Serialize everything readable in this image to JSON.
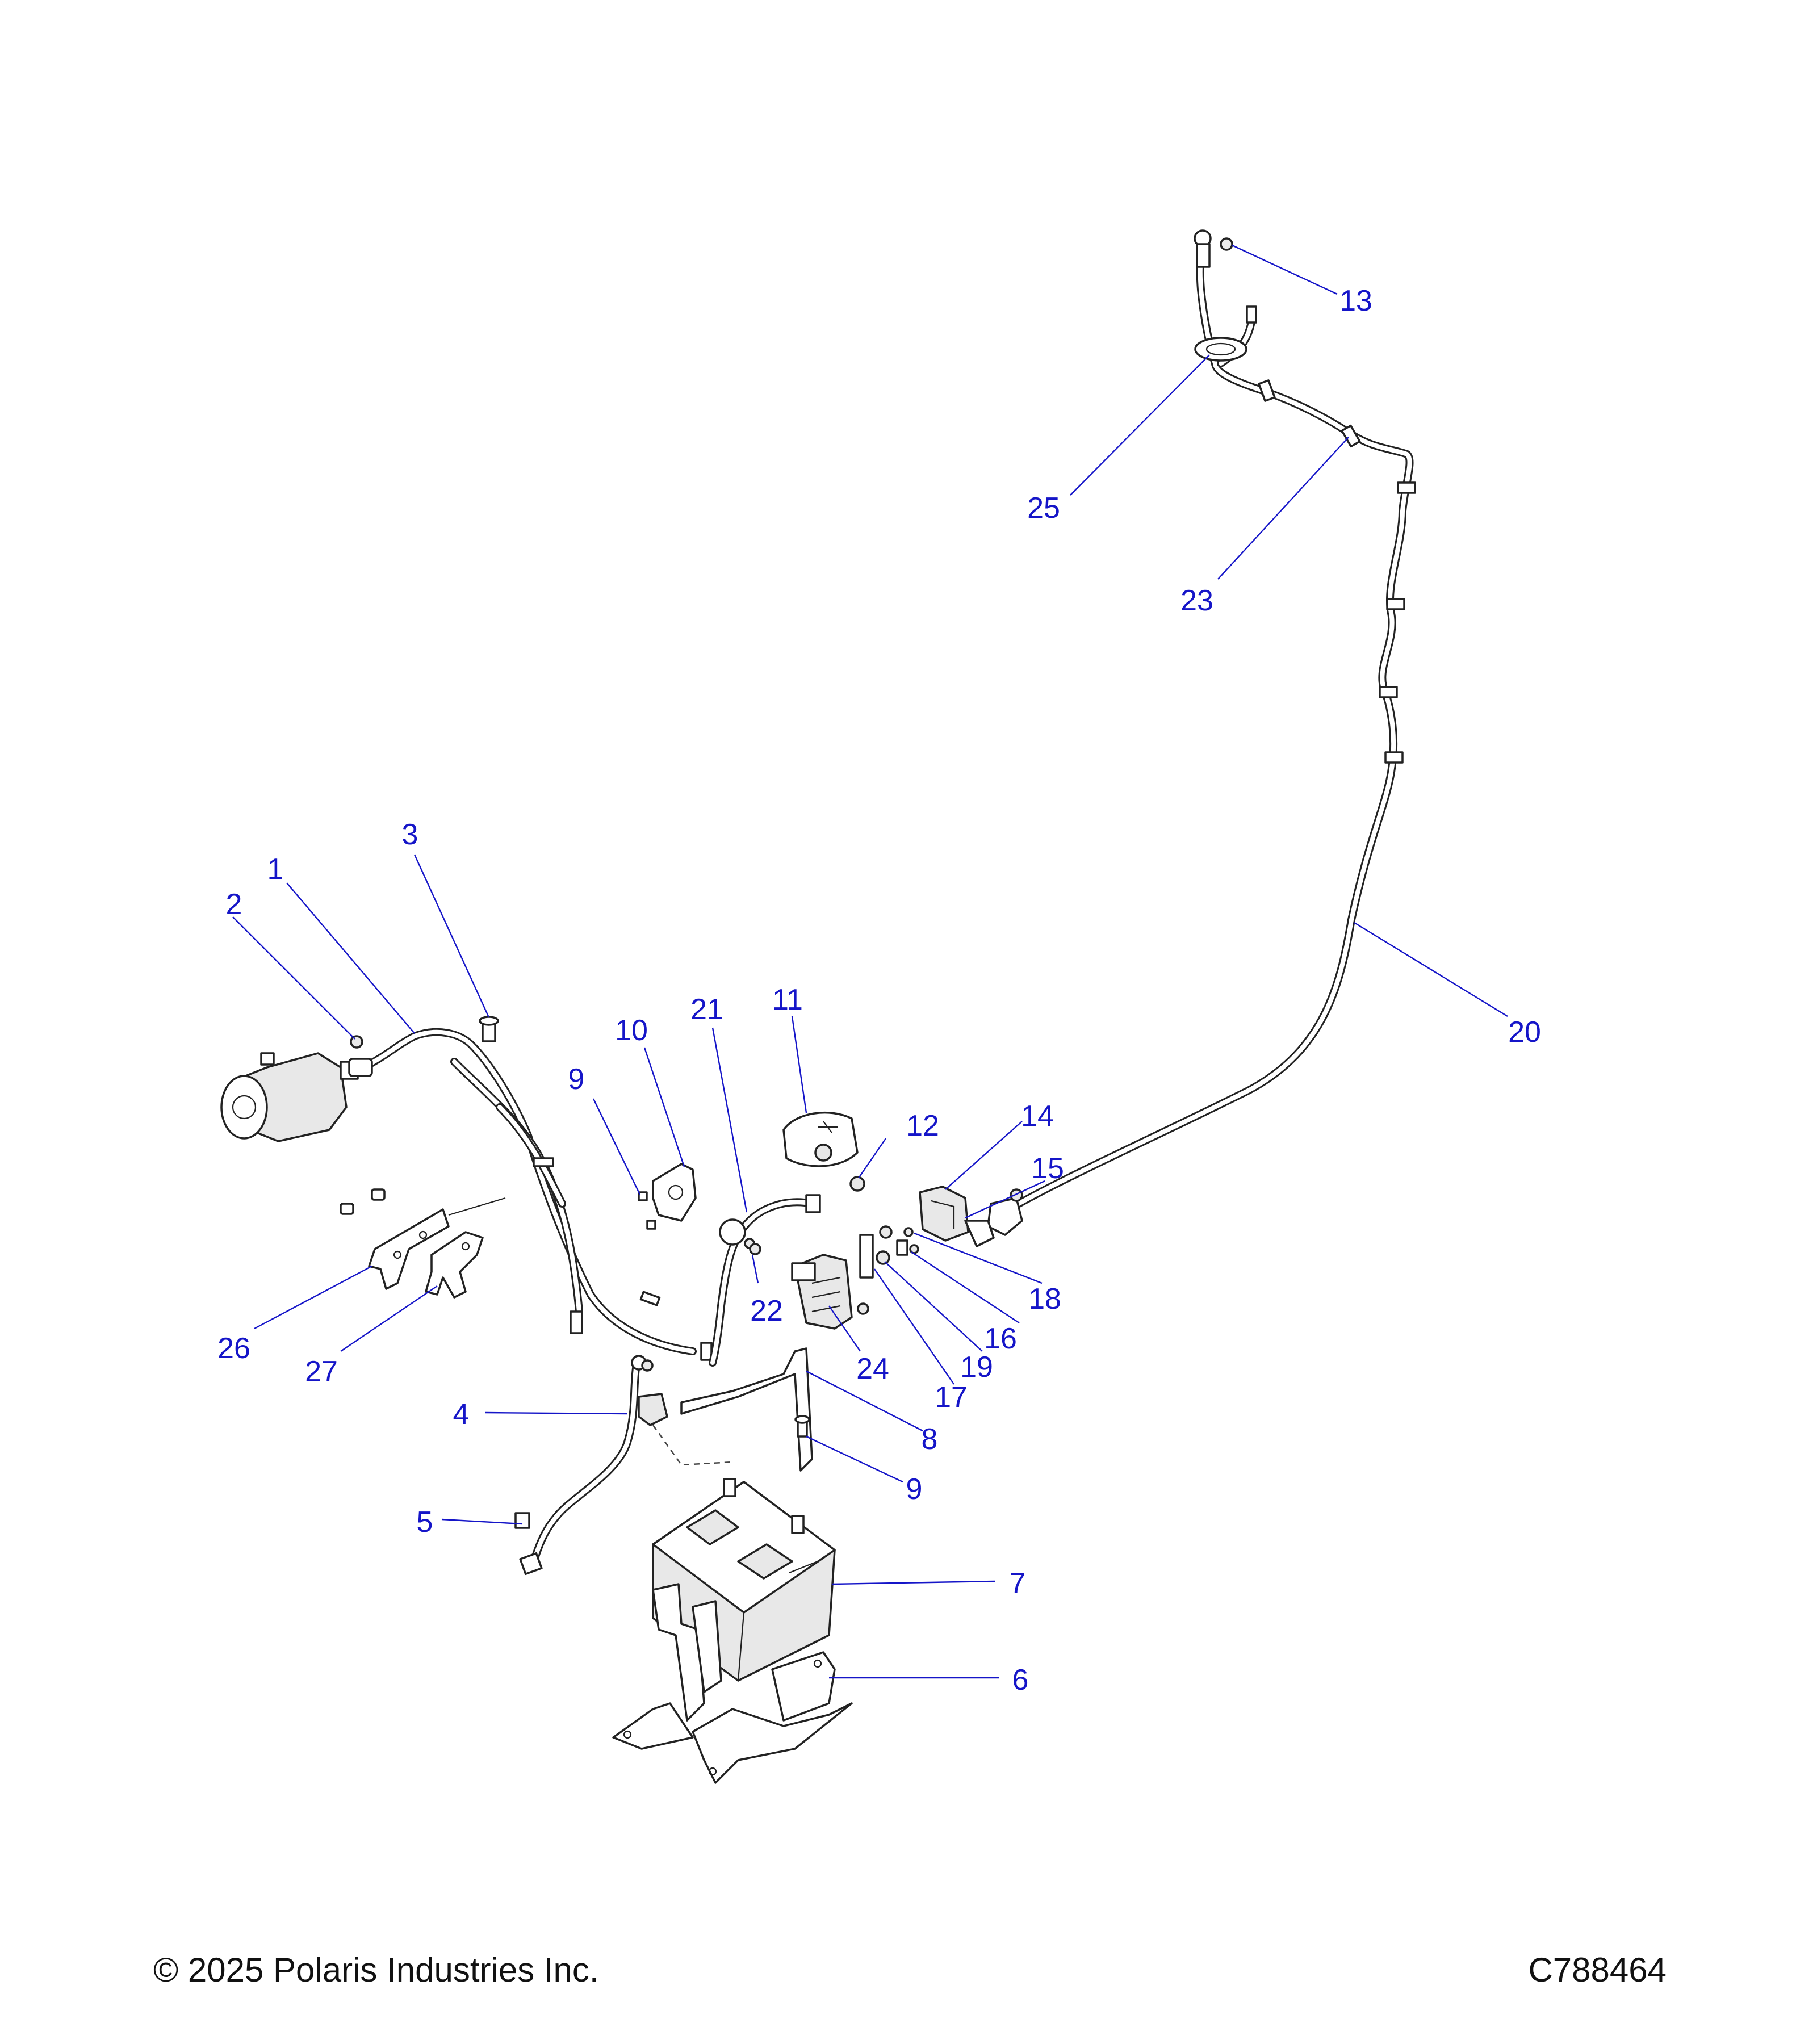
{
  "diagram": {
    "callouts": [
      "1",
      "2",
      "3",
      "4",
      "5",
      "6",
      "7",
      "8",
      "9",
      "9",
      "10",
      "11",
      "12",
      "13",
      "14",
      "15",
      "16",
      "17",
      "18",
      "19",
      "20",
      "21",
      "22",
      "23",
      "24",
      "25",
      "26",
      "27"
    ]
  },
  "footer": {
    "copyright": "© 2025 Polaris Industries Inc.",
    "drawing_id": "C788464"
  }
}
